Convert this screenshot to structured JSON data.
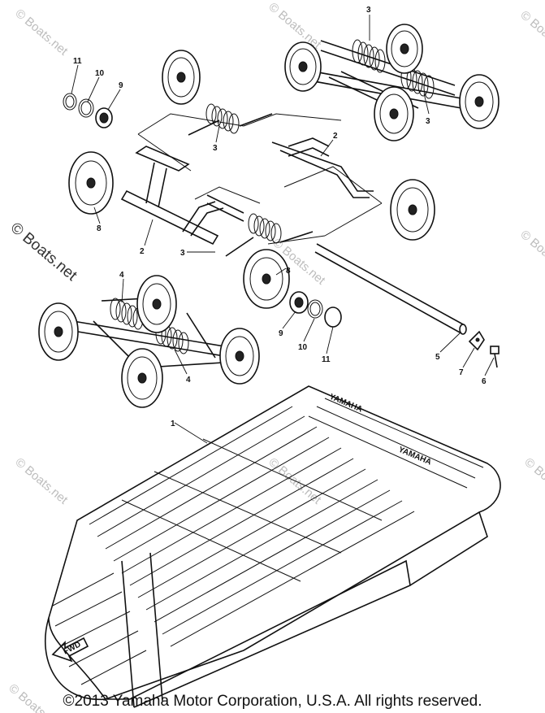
{
  "watermark": {
    "text": "© Boats.net",
    "prominent_text": "© Boats.net",
    "color": "#bdbdbd"
  },
  "copyright": "©2013 Yamaha Motor Corporation, U.S.A. All rights reserved.",
  "fwd_marker": "FWD",
  "callouts": {
    "c1": "1",
    "c2a": "2",
    "c2b": "2",
    "c3a": "3",
    "c3b": "3",
    "c3c": "3",
    "c3d": "3",
    "c4a": "4",
    "c4b": "4",
    "c5": "5",
    "c6": "6",
    "c7": "7",
    "c8a": "8",
    "c8b": "8",
    "c9a": "9",
    "c9b": "9",
    "c10a": "10",
    "c10b": "10",
    "c11a": "11",
    "c11b": "11"
  },
  "track_embossing": [
    "YAMAHA",
    "YAMAHA"
  ]
}
